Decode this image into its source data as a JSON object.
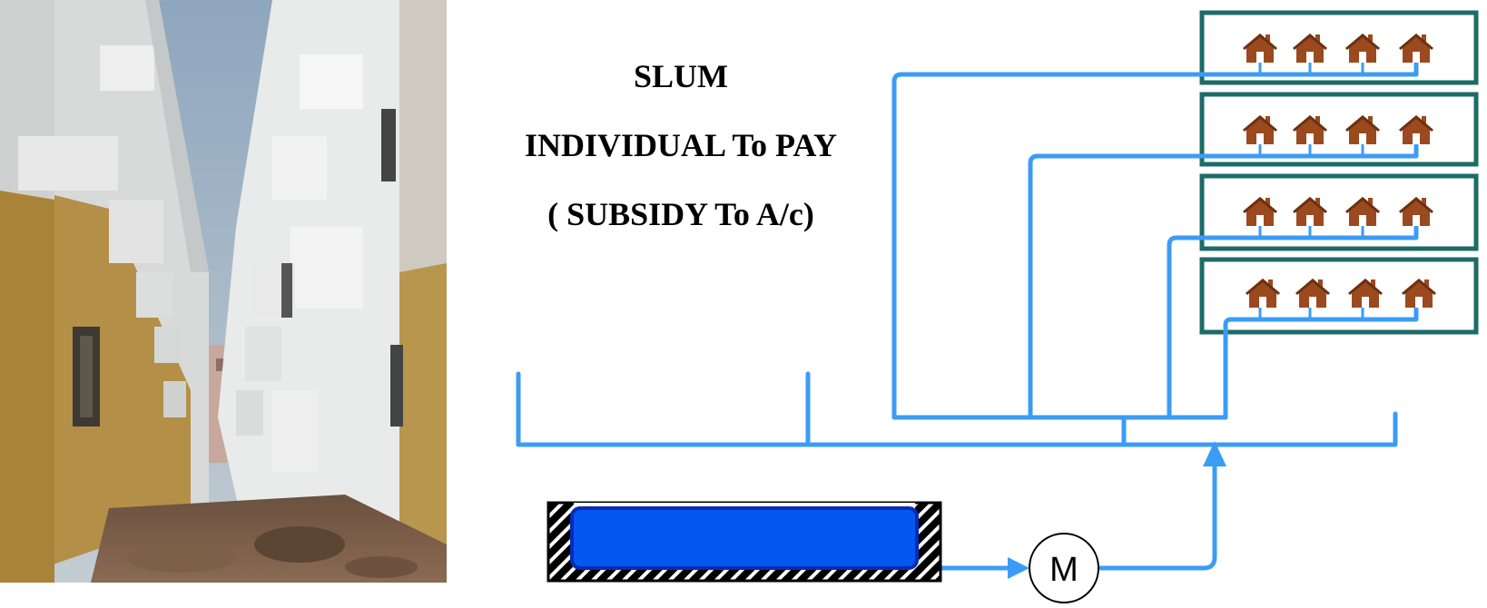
{
  "heading": {
    "line1": "SLUM",
    "line2": "INDIVIDUAL To PAY",
    "line3": "( SUBSIDY To A/c)"
  },
  "pump": {
    "label": "M"
  },
  "photo": {
    "subject": "narrow alley between white multi-storey apartment buildings with balconies"
  },
  "blocks": [
    {
      "houses": 4
    },
    {
      "houses": 4
    },
    {
      "houses": 4
    },
    {
      "houses": 4
    }
  ],
  "colors": {
    "pipe": "#3b9cf5",
    "block_border": "#1c6b66",
    "house": "#9a4a1e",
    "tank": "#0457f0",
    "tank_border": "#0a2bb5"
  },
  "icons": [
    "house-icon",
    "motor-pump-icon",
    "water-tank-icon",
    "arrow-up-icon",
    "arrow-right-icon"
  ]
}
